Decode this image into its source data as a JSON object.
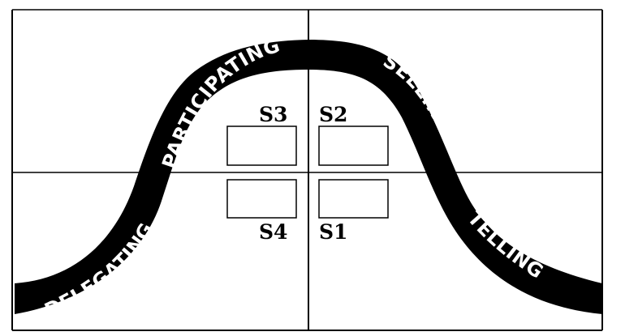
{
  "curve_labels": {
    "delegating": "DELEGATING",
    "participating": "PARTICIPATING",
    "selling": "SELLING",
    "telling": "TELLING"
  },
  "style_labels": {
    "s1": "S1",
    "s2": "S2",
    "s3": "S3",
    "s4": "S4"
  },
  "colors": {
    "curve": "#000000",
    "curve_text": "#ffffff",
    "lines": "#000000",
    "background": "#ffffff"
  }
}
